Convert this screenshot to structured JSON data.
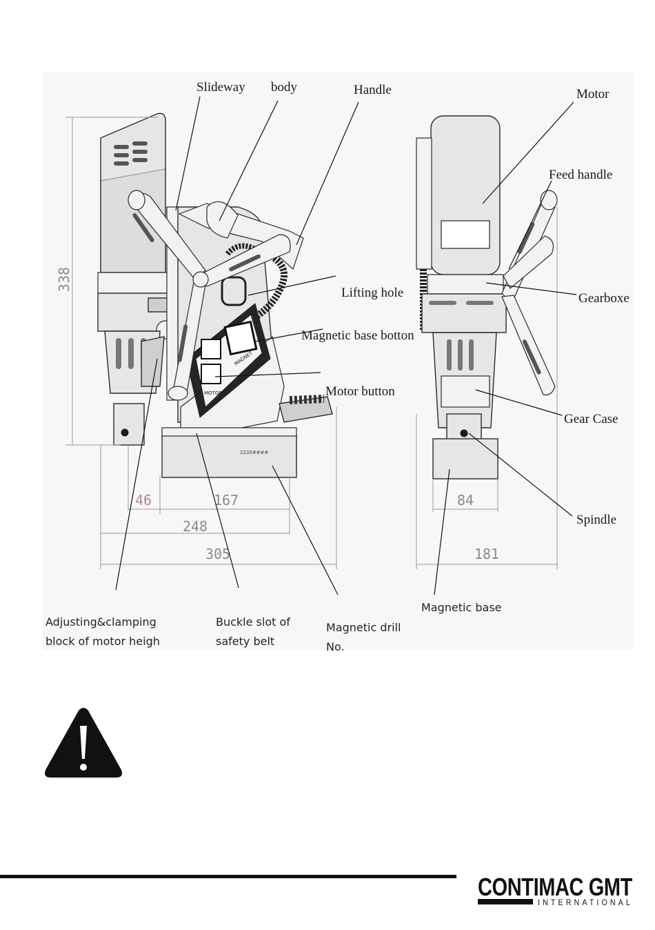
{
  "labels": {
    "slideway": "Slideway",
    "body": "body",
    "handle": "Handle",
    "motor": "Motor",
    "feed_handle": "Feed handle",
    "lifting_hole": "Lifting hole",
    "gearboxes": "Gearboxe",
    "magnetic_base_button": "Magnetic base botton",
    "motor_button": "Motor button",
    "gear_case": "Gear Case",
    "spindle": "Spindle",
    "magnetic_base": "Magnetic base",
    "adjusting_line1": "Adjusting&clamping",
    "adjusting_line2": "block of motor heigh",
    "buckle_line1": "Buckle slot of",
    "buckle_line2": "safety belt",
    "drillno_line1": "Magnetic drill",
    "drillno_line2": "No."
  },
  "dimensions": {
    "height": "338",
    "d46": "46",
    "d167": "167",
    "d248": "248",
    "d305": "305",
    "d84": "84",
    "d181": "181"
  },
  "panel_marks": {
    "motor_label": "MOTOR",
    "magnet_label": "MAGNET",
    "serial_plate": "2230####"
  },
  "warning": {
    "icon": "warning-triangle-icon"
  },
  "footer": {
    "brand": "CONTIMAC GMT",
    "sub": "INTERNATIONAL"
  }
}
